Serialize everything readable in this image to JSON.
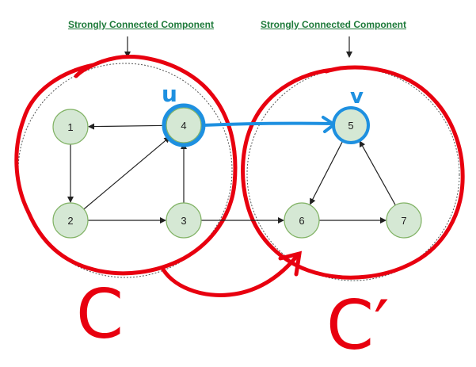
{
  "titles": {
    "left": "Strongly Connected Component",
    "right": "Strongly Connected Component"
  },
  "nodes": [
    "1",
    "2",
    "3",
    "4",
    "5",
    "6",
    "7"
  ],
  "edges": [
    {
      "from": "4",
      "to": "1"
    },
    {
      "from": "1",
      "to": "2"
    },
    {
      "from": "2",
      "to": "4"
    },
    {
      "from": "2",
      "to": "3"
    },
    {
      "from": "3",
      "to": "4"
    },
    {
      "from": "3",
      "to": "6"
    },
    {
      "from": "5",
      "to": "6"
    },
    {
      "from": "6",
      "to": "7"
    },
    {
      "from": "7",
      "to": "5"
    }
  ],
  "annotations": {
    "u_label": "u",
    "v_label": "v",
    "c_label": "C",
    "c_prime_label": "C′"
  },
  "colors": {
    "node_fill": "#d5e8d4",
    "node_stroke": "#82b366",
    "title": "#1e7a3a",
    "red_ink": "#e8000f",
    "blue_ink": "#1e90e0"
  }
}
